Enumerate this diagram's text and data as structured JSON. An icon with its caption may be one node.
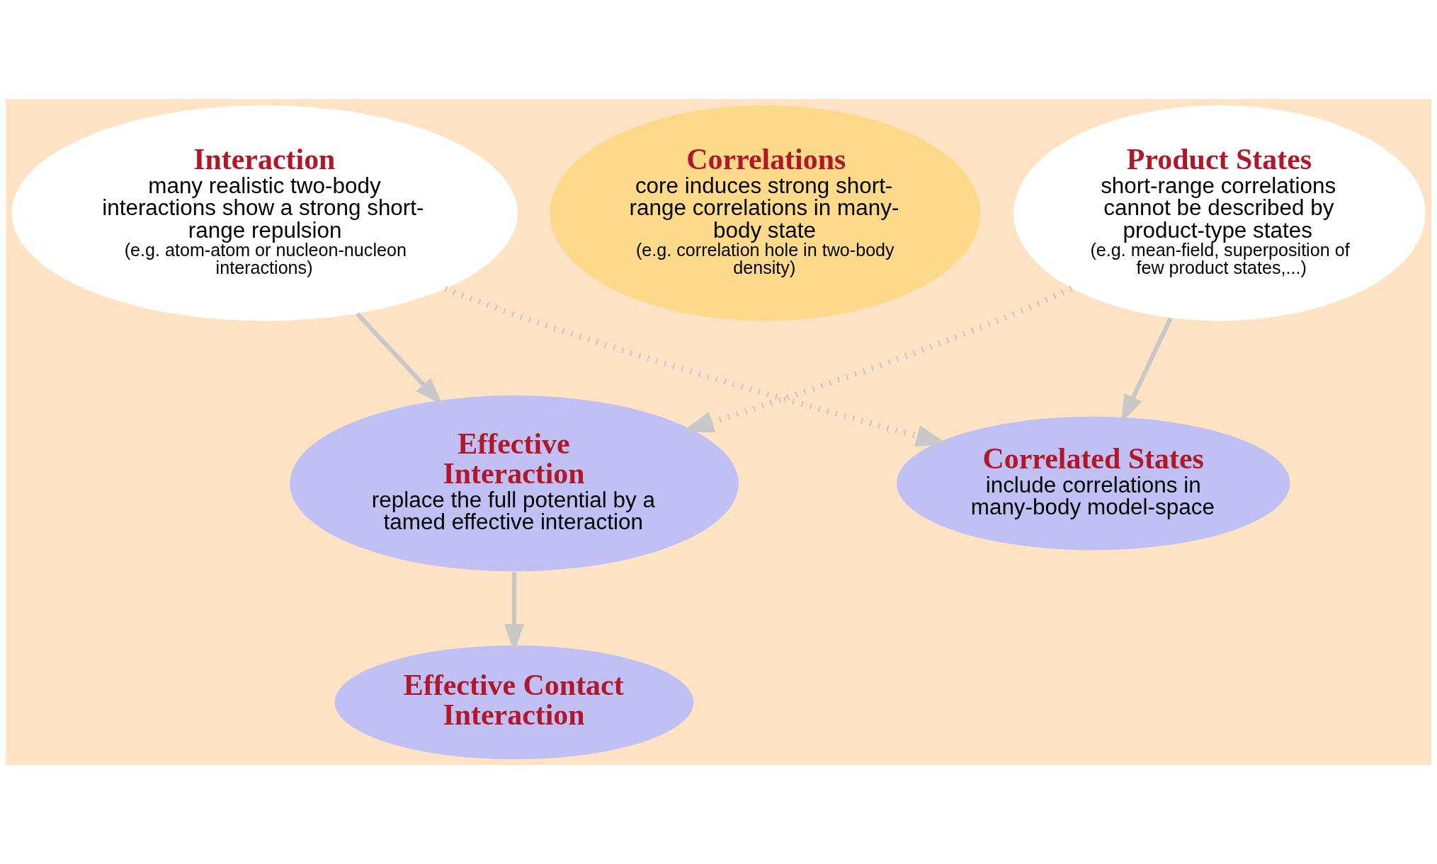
{
  "diagram": {
    "nodes": [
      {
        "text": [
          "Interaction",
          "many realistic two-body interactions show a strong short-range repulsion",
          "(e.g. atom-atom or nucleon-nucleon interactions)"
        ]
      },
      {
        "text": [
          "Correlations",
          "core induces strong short-range correlations in many-body state",
          "(e.g. correlation hole in two-body density)"
        ]
      },
      {
        "text": [
          "Product States",
          "short-range correlations cannot be described by product-type states",
          "(e.g. mean-field, superposition of few product states,...)"
        ]
      },
      {
        "text": [
          "Effective Interaction",
          "replace the full potential by a tamed effective interaction"
        ]
      },
      {
        "text": [
          "Correlated States",
          "include correlations in many-body model-space"
        ]
      },
      {
        "text": [
          "Effective Contact Interaction"
        ]
      }
    ],
    "edges": [
      {
        "from": 0,
        "to": 3,
        "arrow": "to"
      },
      {
        "from": 0,
        "to": 4,
        "arrow": "to",
        "style": "dashed"
      },
      {
        "from": 2,
        "to": 3,
        "arrow": "to",
        "style": "dashed"
      },
      {
        "from": 2,
        "to": 4,
        "arrow": "to"
      },
      {
        "from": 3,
        "to": 5,
        "arrow": "to"
      }
    ]
  }
}
